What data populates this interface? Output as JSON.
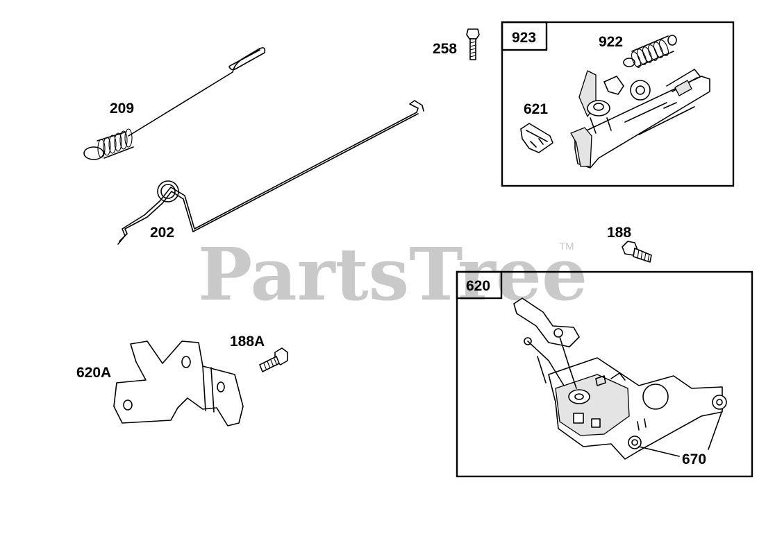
{
  "watermark": {
    "text": "PartsTree",
    "trademark": "TM"
  },
  "labels": {
    "p209": "209",
    "p202": "202",
    "p258": "258",
    "p923": "923",
    "p922": "922",
    "p621": "621",
    "p188": "188",
    "p620": "620",
    "p620a": "620A",
    "p188a": "188A",
    "p670": "670"
  }
}
